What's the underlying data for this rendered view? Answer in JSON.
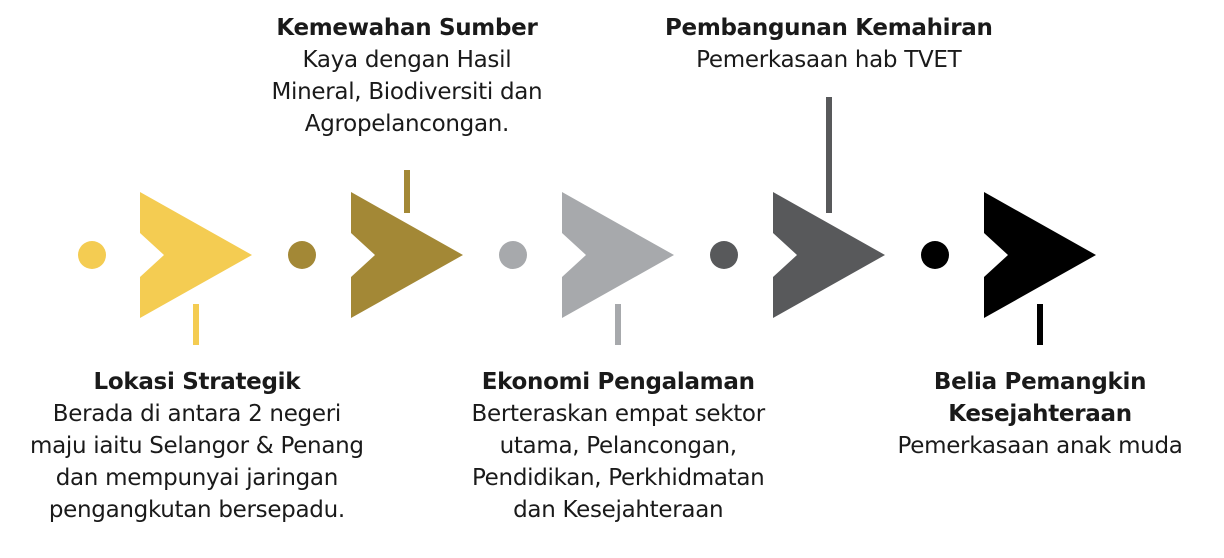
{
  "stages": [
    {
      "title_lines": [
        "Lokasi Strategik"
      ],
      "desc_lines": [
        "Berada di antara 2 negeri",
        "maju iaitu Selangor & Penang",
        "dan mempunyai jaringan",
        "pengangkutan bersepadu."
      ],
      "color": "#f4cc52",
      "label_side": "below"
    },
    {
      "title_lines": [
        "Kemewahan Sumber"
      ],
      "desc_lines": [
        "Kaya dengan Hasil",
        "Mineral, Biodiversiti  dan",
        "Agropelancongan."
      ],
      "color": "#a38836",
      "label_side": "above"
    },
    {
      "title_lines": [
        "Ekonomi Pengalaman"
      ],
      "desc_lines": [
        "Berteraskan empat sektor",
        "utama, Pelancongan,",
        "Pendidikan, Perkhidmatan",
        "dan Kesejahteraan"
      ],
      "color": "#a7a9ac",
      "label_side": "below"
    },
    {
      "title_lines": [
        "Pembangunan Kemahiran"
      ],
      "desc_lines": [
        "Pemerkasaan hab TVET"
      ],
      "color": "#58595b",
      "label_side": "above"
    },
    {
      "title_lines": [
        "Belia Pemangkin",
        "Kesejahteraan"
      ],
      "desc_lines": [
        "Pemerkasaan anak muda"
      ],
      "color": "#000000",
      "label_side": "below"
    }
  ]
}
